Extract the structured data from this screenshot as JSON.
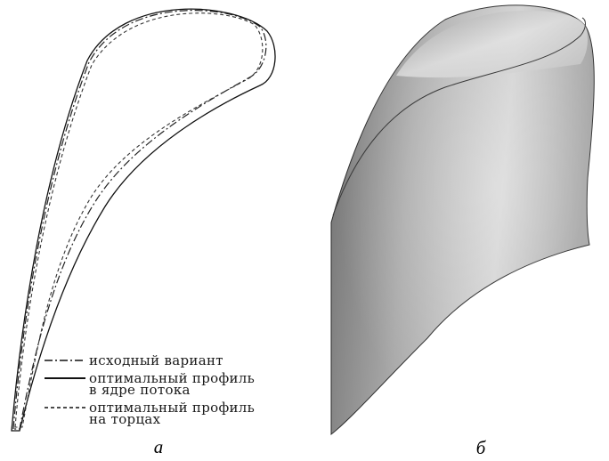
{
  "figure": {
    "panel_a": {
      "label": "а",
      "legend": [
        {
          "style": "dash-dot",
          "lines": [
            "исходный вариант"
          ]
        },
        {
          "style": "solid",
          "lines": [
            "оптимальный профиль",
            "в ядре потока"
          ]
        },
        {
          "style": "dashed",
          "lines": [
            "оптимальный профиль",
            "на торцах"
          ]
        }
      ]
    },
    "panel_b": {
      "label": "б"
    }
  }
}
